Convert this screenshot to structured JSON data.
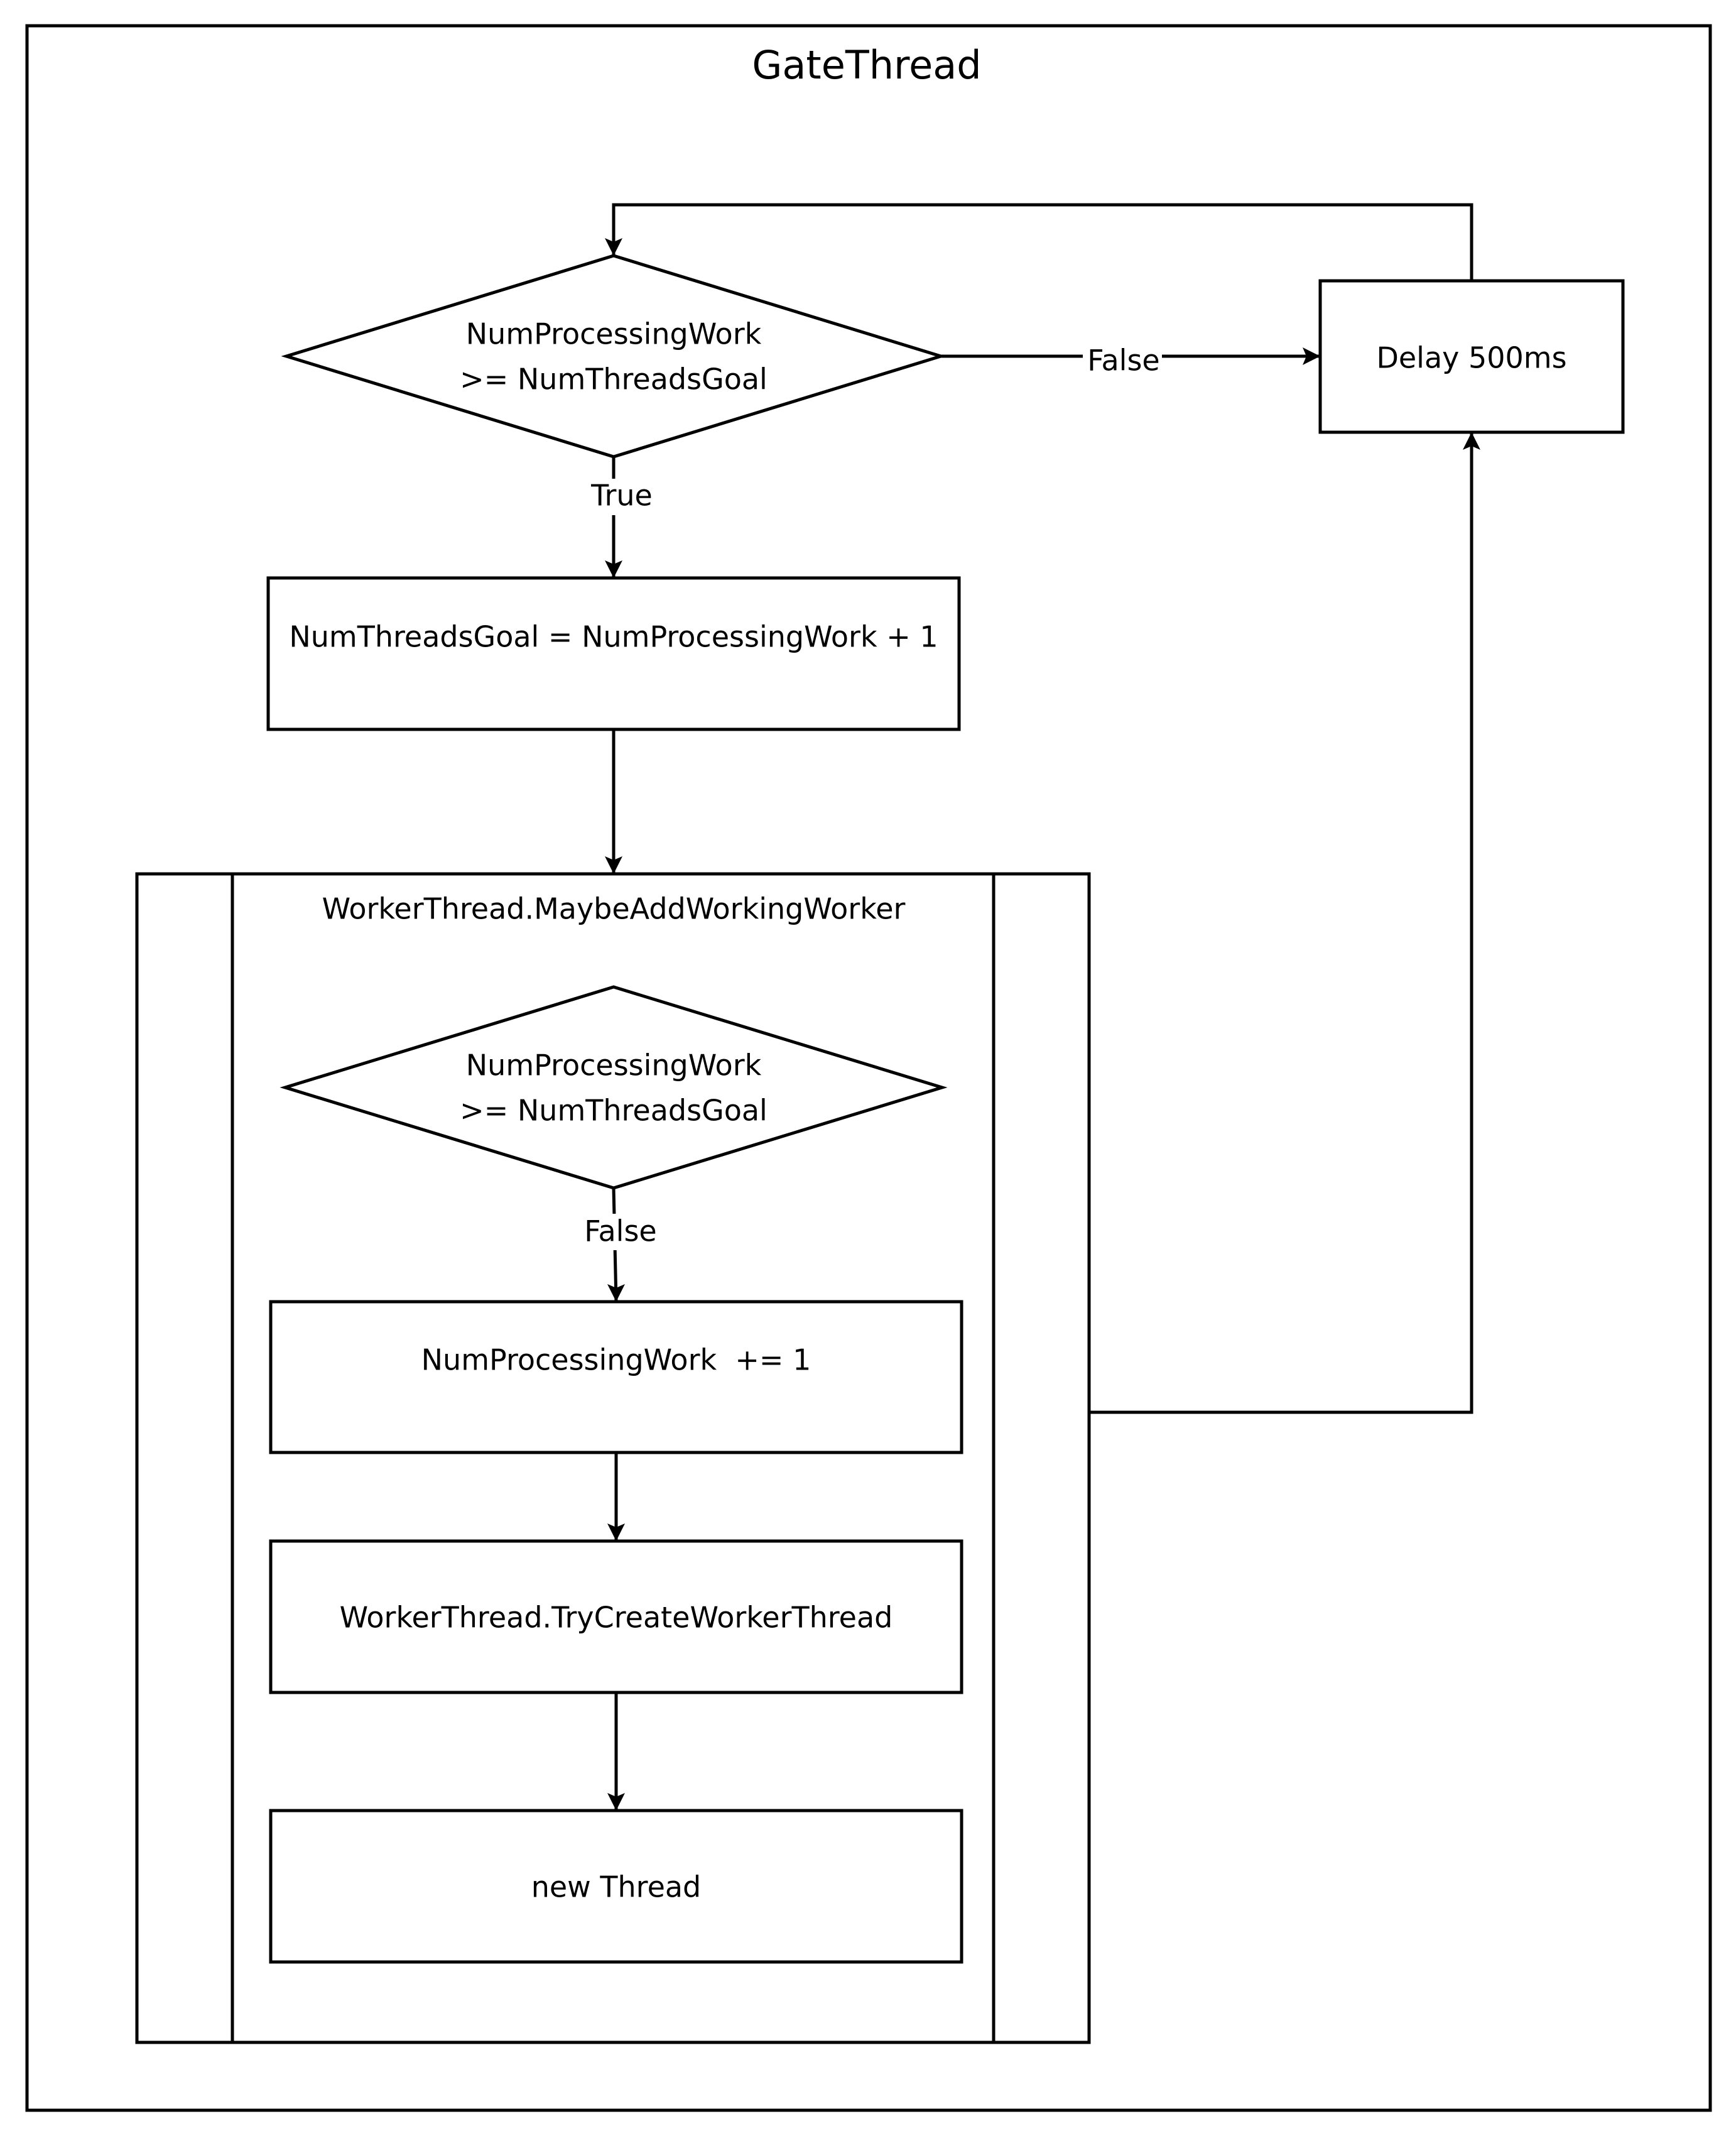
{
  "diagram": {
    "title": "GateThread",
    "nodes": {
      "decision_top": {
        "line1": "NumProcessingWork",
        "line2": ">= NumThreadsGoal"
      },
      "delay": {
        "label": "Delay 500ms"
      },
      "set_goal": {
        "label": "NumThreadsGoal = NumProcessingWork + 1"
      },
      "subprocess": {
        "label": "WorkerThread.MaybeAddWorkingWorker"
      },
      "decision_inner": {
        "line1": "NumProcessingWork",
        "line2": ">= NumThreadsGoal"
      },
      "increment": {
        "label": "NumProcessingWork  += 1"
      },
      "try_create": {
        "label": "WorkerThread.TryCreateWorkerThread"
      },
      "new_thread": {
        "label": "new Thread"
      }
    },
    "edge_labels": {
      "top_false": "False",
      "top_true": "True",
      "inner_false": "False"
    }
  }
}
